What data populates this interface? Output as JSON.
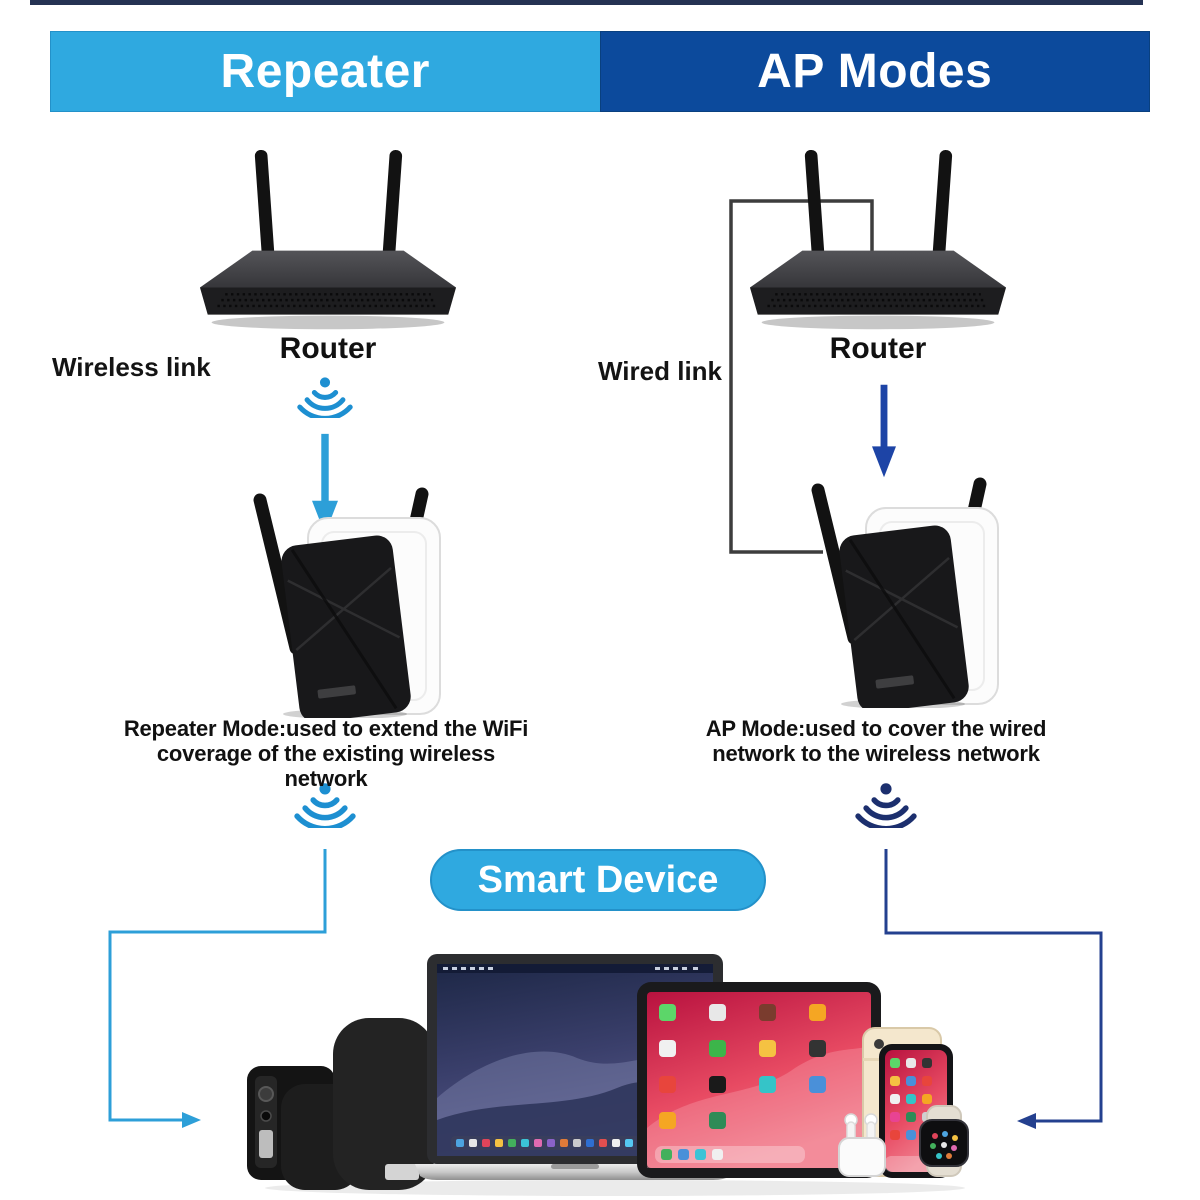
{
  "colors": {
    "light_blue": "#2fa9e0",
    "dark_blue": "#0c4a9c",
    "wifi_blue": "#1d8fd1",
    "wifi_navy": "#1c2f6e",
    "arrow_blue": "#1d44a6",
    "wire_gray": "#3d3d3d"
  },
  "headers": {
    "repeater": {
      "label": "Repeater"
    },
    "ap_modes": {
      "label": "AP Modes"
    }
  },
  "repeater_column": {
    "link_label": "Wireless link",
    "router_label": "Router",
    "caption_line1": "Repeater Mode:used to extend the WiFi",
    "caption_line2": "coverage of the existing wireless network"
  },
  "ap_column": {
    "link_label": "Wired link",
    "router_label": "Router",
    "caption_line1": "AP Mode:used to cover the wired",
    "caption_line2": "network to the wireless network"
  },
  "smart_device": {
    "label": "Smart Device"
  },
  "icons": {
    "wifi": "wifi-signal",
    "down_arrow": "arrow-down",
    "devices": [
      "camera",
      "smart-speaker",
      "laptop",
      "tablet",
      "smartphone",
      "earbuds",
      "smart-watch"
    ]
  }
}
